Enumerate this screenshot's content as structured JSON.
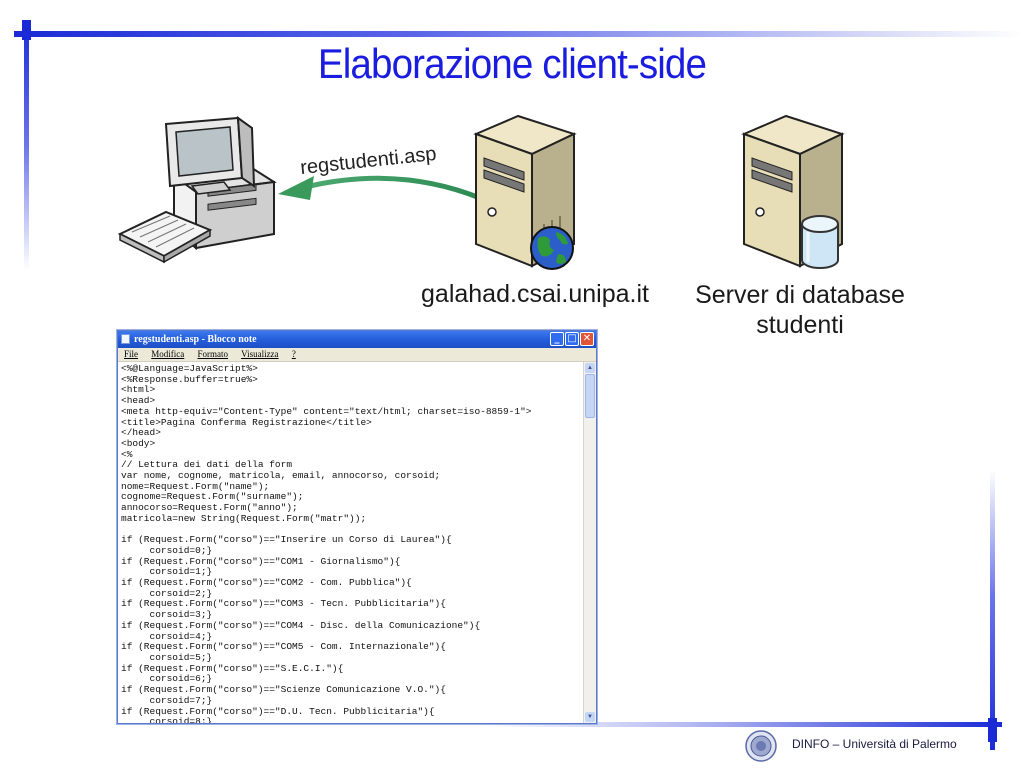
{
  "slide": {
    "title": "Elaborazione client-side",
    "arrow_label": "regstudenti.asp",
    "server1_label": "galahad.csai.unipa.it",
    "server2_label_line1": "Server di database",
    "server2_label_line2": "studenti",
    "footer": "DINFO – Università di Palermo"
  },
  "notepad": {
    "title": "regstudenti.asp - Blocco note",
    "menu": [
      "File",
      "Modifica",
      "Formato",
      "Visualizza",
      "?"
    ],
    "code": "<%@Language=JavaScript%>\n<%Response.buffer=true%>\n<html>\n<head>\n<meta http-equiv=\"Content-Type\" content=\"text/html; charset=iso-8859-1\">\n<title>Pagina Conferma Registrazione</title>\n</head>\n<body>\n<%\n// Lettura dei dati della form\nvar nome, cognome, matricola, email, annocorso, corsoid;\nnome=Request.Form(\"name\");\ncognome=Request.Form(\"surname\");\nannocorso=Request.Form(\"anno\");\nmatricola=new String(Request.Form(\"matr\"));\n\nif (Request.Form(\"corso\")==\"Inserire un Corso di Laurea\"){\n     corsoid=0;}\nif (Request.Form(\"corso\")==\"COM1 - Giornalismo\"){\n     corsoid=1;}\nif (Request.Form(\"corso\")==\"COM2 - Com. Pubblica\"){\n     corsoid=2;}\nif (Request.Form(\"corso\")==\"COM3 - Tecn. Pubblicitaria\"){\n     corsoid=3;}\nif (Request.Form(\"corso\")==\"COM4 - Disc. della Comunicazione\"){\n     corsoid=4;}\nif (Request.Form(\"corso\")==\"COM5 - Com. Internazionale\"){\n     corsoid=5;}\nif (Request.Form(\"corso\")==\"S.E.C.I.\"){\n     corsoid=6;}\nif (Request.Form(\"corso\")==\"Scienze Comunicazione V.O.\"){\n     corsoid=7;}\nif (Request.Form(\"corso\")==\"D.U. Tecn. Pubblicitaria\"){\n     corsoid=8;}\nif (Request.Form(\"corso\")==\"Giornalismo - sede Enna\"){"
  },
  "colors": {
    "title": "#1a1de0",
    "accent_bar": "#1a2bd6",
    "arrow": "#3a9a5c"
  },
  "icons": [
    "computer-icon",
    "web-server-icon",
    "globe-icon",
    "database-server-icon",
    "database-cylinder-icon",
    "university-seal-icon"
  ]
}
